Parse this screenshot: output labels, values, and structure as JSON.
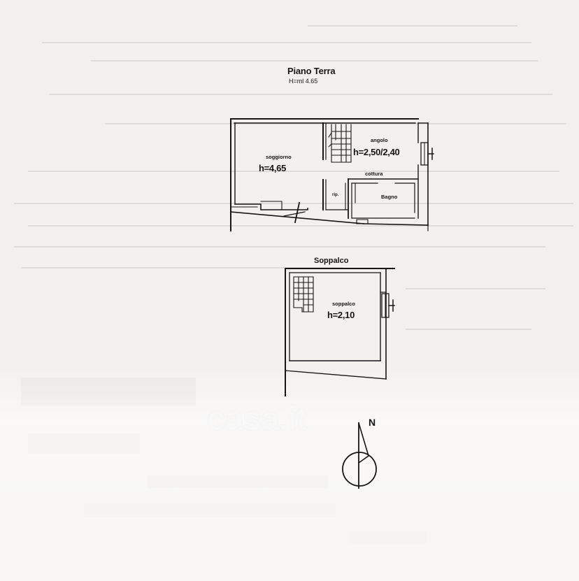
{
  "plan": {
    "title": "Piano Terra",
    "height_note": "H=ml 4.65",
    "rooms": [
      {
        "name": "soggiorno",
        "height": "h=4,65"
      },
      {
        "name": "angolo",
        "height": "h=2,50/2,40"
      },
      {
        "name": "cottura",
        "height": ""
      },
      {
        "name": "Bagno",
        "height": ""
      },
      {
        "name": "rip.",
        "height": ""
      }
    ]
  },
  "mezzanine": {
    "title": "Soppalco",
    "room": {
      "name": "soppalco",
      "height": "h=2,10"
    }
  },
  "compass": {
    "label": "N"
  },
  "watermark": {
    "text": "casa.it"
  }
}
